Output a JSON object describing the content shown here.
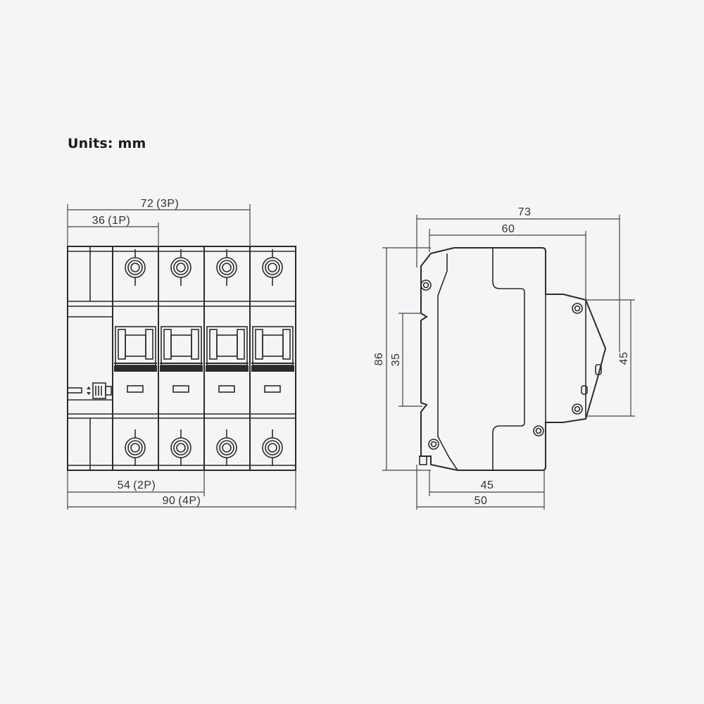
{
  "title": "Units: mm",
  "front_view": {
    "dim_3p": "72 (3P)",
    "dim_1p": "36 (1P)",
    "dim_2p": "54 (2P)",
    "dim_4p": "90 (4P)"
  },
  "side_view": {
    "dim_total_width": "73",
    "dim_front_width": "60",
    "dim_height": "86",
    "dim_rail": "35",
    "dim_front_height": "45",
    "dim_base_45": "45",
    "dim_base_50": "50"
  }
}
